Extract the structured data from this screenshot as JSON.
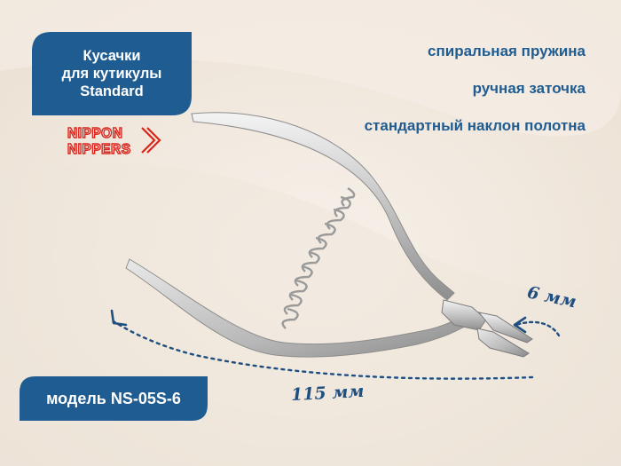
{
  "product_badge": {
    "line1": "Кусачки",
    "line2": "для кутикулы",
    "line3": "Standard"
  },
  "brand_logo": {
    "line1": "NIPPON",
    "line2": "NIPPERS",
    "color": "#d9261c"
  },
  "features": [
    "спиральная пружина",
    "ручная заточка",
    "стандартный наклон полотна"
  ],
  "dimensions": {
    "blade_length": "6 мм",
    "total_length": "115 мм"
  },
  "model_badge": {
    "label": "модель NS-05S-6"
  },
  "colors": {
    "accent_blue": "#1f5c92",
    "background": "#f3ebe2"
  }
}
